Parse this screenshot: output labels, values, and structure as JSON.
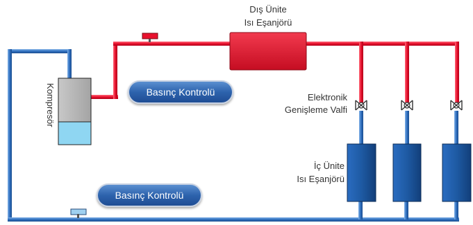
{
  "components": {
    "outdoor_unit_label_line1": "Dış Ünite",
    "outdoor_unit_label_line2": "Isı Eşanjörü",
    "compressor_label": "Kompresör",
    "expansion_valve_label_line1": "Elektronik",
    "expansion_valve_label_line2": "Genişleme Valfi",
    "indoor_unit_label_line1": "İç Ünite",
    "indoor_unit_label_line2": "Isı Eşanjörü",
    "pressure_control_top": "Basınç Kontrolü",
    "pressure_control_bottom": "Basınç Kontrolü"
  },
  "colors": {
    "hot_line": "#e8112d",
    "cold_line": "#2f6fbf",
    "compressor_body": "#b4b4b4",
    "compressor_liquid": "#8fd6f2",
    "indoor_unit": "#1e5aa3",
    "outdoor_unit": "#e3142b"
  },
  "counts": {
    "indoor_units": 3,
    "expansion_valves": 3
  }
}
